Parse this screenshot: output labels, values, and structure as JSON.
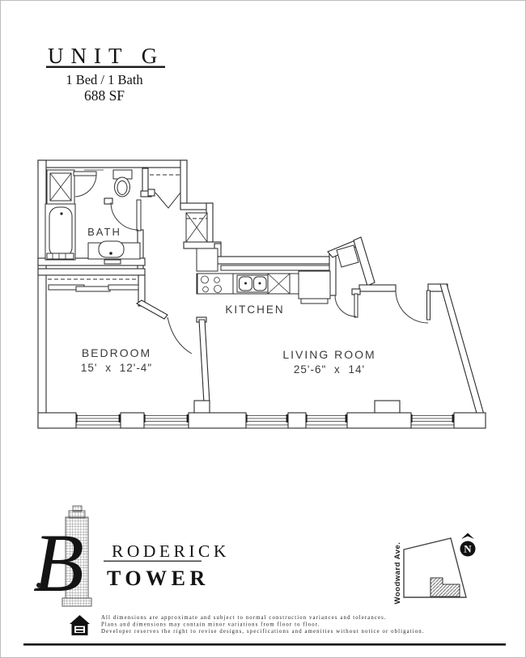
{
  "page": {
    "title": "UNIT G",
    "subtitle": "1 Bed / 1 Bath",
    "area": "688 SF"
  },
  "floorplan": {
    "rooms": [
      {
        "name": "BATH",
        "dims": ""
      },
      {
        "name": "KITCHEN",
        "dims": ""
      },
      {
        "name": "BEDROOM",
        "dims": "15' x 12'-4\""
      },
      {
        "name": "LIVING ROOM",
        "dims": "25'-6\" x 14'"
      }
    ],
    "fixtures": [
      "shower",
      "bathtub",
      "toilet",
      "sink",
      "toilet-room",
      "entry-closet",
      "hall-closet",
      "bedroom-closet",
      "pantry-cabinet",
      "stove",
      "kitchen-sink",
      "dishwasher",
      "refrigerator",
      "windows",
      "columns",
      "entry-door"
    ]
  },
  "branding": {
    "logo_initial": "B",
    "logo_rest": "RODERICK",
    "logo_sub": "TOWER"
  },
  "site_map": {
    "street": "Woodward Ave.",
    "compass": "N"
  },
  "disclaimer": {
    "line1": "All dimensions are approximate and subject to normal construction variances and tolerances.",
    "line2": "Plans and dimensions may contain minor variations from floor to floor.",
    "line3": "Developer reserves the right to revise designs, specifications and amenities without notice or obligation."
  },
  "colors": {
    "ink": "#2b2b2b",
    "label": "#3a3a3a",
    "black": "#111111"
  }
}
